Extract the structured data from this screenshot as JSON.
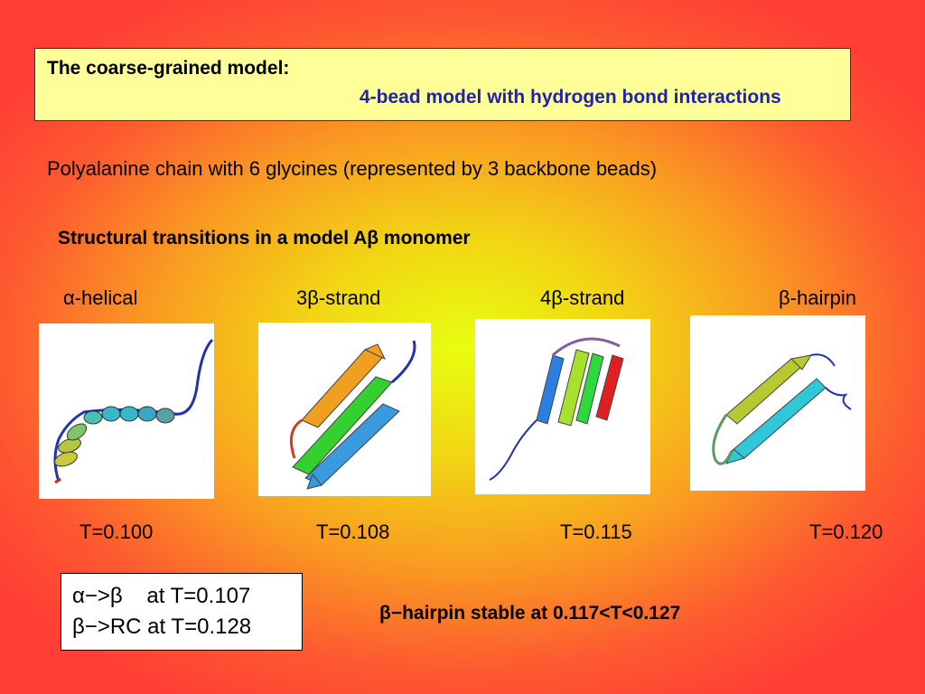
{
  "header": {
    "title": "The coarse-grained model:",
    "subtitle": "4-bead model with hydrogen bond interactions"
  },
  "chain_description": "Polyalanine chain with 6 glycines (represented by 3 backbone beads)",
  "transitions_title": "Structural transitions in a model Aβ monomer",
  "structures": [
    {
      "label": "α-helical",
      "temperature": "T=0.100"
    },
    {
      "label": "3β-strand",
      "temperature": "T=0.108"
    },
    {
      "label": "4β-strand",
      "temperature": "T=0.115"
    },
    {
      "label": "β-hairpin",
      "temperature": "T=0.120"
    }
  ],
  "transition_box": {
    "line1": "α−>β    at T=0.107",
    "line2": "β−>RC at T=0.128"
  },
  "stability_note": "β−hairpin stable at 0.117<T<0.127",
  "colors": {
    "header_bg": "#ffff99",
    "subtitle": "#2222aa",
    "background_center": "#e8ff10",
    "background_edge": "#ff3f35"
  }
}
